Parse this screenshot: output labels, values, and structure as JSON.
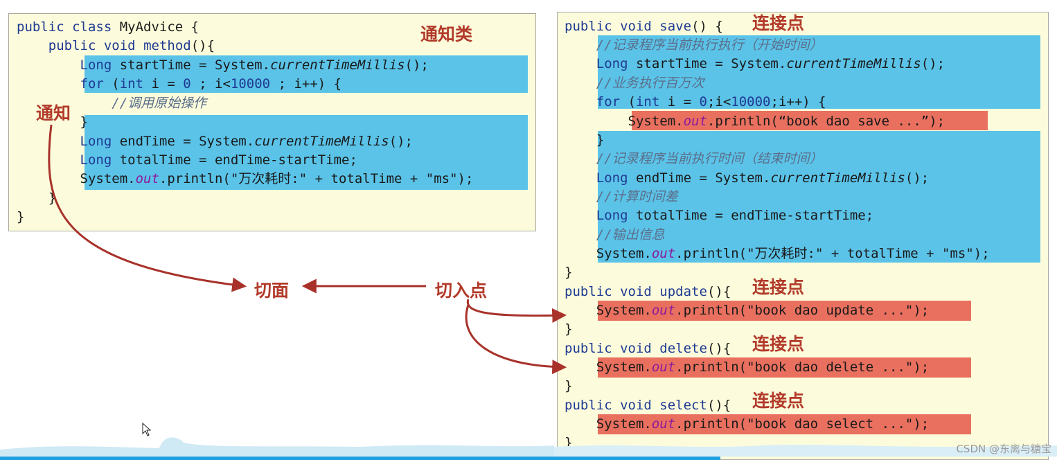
{
  "left_panel": {
    "lines": [
      "public class MyAdvice {",
      "    public void method(){",
      "        Long startTime = System.currentTimeMillis();",
      "        for (int i = 0 ; i<10000 ; i++) {",
      "            //调用原始操作",
      "        }",
      "        Long endTime = System.currentTimeMillis();",
      "        Long totalTime = endTime-startTime;",
      "        System.out.println(\"万次耗时:\" + totalTime + \"ms\");",
      "    }",
      "}"
    ],
    "label": "通知类"
  },
  "right_panel": {
    "lines": [
      "public void save() {",
      "    //记录程序当前执行执行（开始时间）",
      "    Long startTime = System.currentTimeMillis();",
      "    //业务执行百万次",
      "    for (int i = 0;i<10000;i++) {",
      "        System.out.println(“book dao save ...”);",
      "    }",
      "    //记录程序当前执行时间（结束时间）",
      "    Long endTime = System.currentTimeMillis();",
      "    //计算时间差",
      "    Long totalTime = endTime-startTime;",
      "    //输出信息",
      "    System.out.println(\"万次耗时:\" + totalTime + \"ms\");",
      "}",
      "public void update(){",
      "    System.out.println(\"book dao update ...\");",
      "}",
      "public void delete(){",
      "    System.out.println(\"book dao delete ...\");",
      "}",
      "public void select(){",
      "    System.out.println(\"book dao select ...\");",
      "}"
    ]
  },
  "labels": {
    "advice": "通知",
    "aspect": "切面",
    "pointcut": "切入点",
    "joinpoint": "连接点"
  },
  "watermark": "CSDN @东离与糖宝",
  "colors": {
    "highlight_blue": "#5bc3e8",
    "highlight_red": "#e9705f",
    "label_red": "#b23a2a",
    "panel_bg": "#fcfcdc"
  }
}
